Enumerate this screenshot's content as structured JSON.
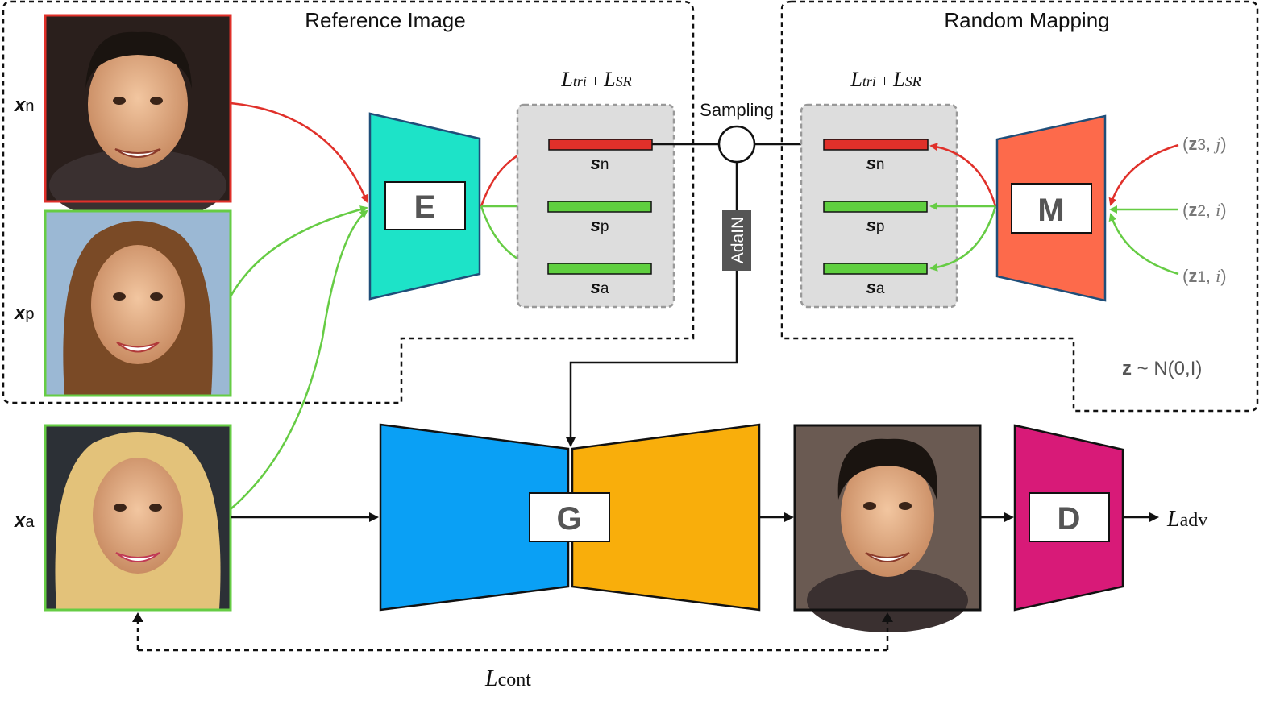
{
  "reference_section": {
    "title": "Reference Image"
  },
  "random_mapping_section": {
    "title": "Random Mapping"
  },
  "inputs": {
    "xn": {
      "var": "x",
      "sub": "n",
      "color": "#e0302a"
    },
    "xp": {
      "var": "x",
      "sub": "p",
      "color": "#66cc44"
    },
    "xa": {
      "var": "x",
      "sub": "a",
      "color": "#66cc44"
    }
  },
  "loss_left": {
    "L1": "L",
    "tri": "tri",
    "plus": " + ",
    "L2": "L",
    "sr": "SR"
  },
  "loss_right": {
    "L1": "L",
    "tri": "tri",
    "plus": " + ",
    "L2": "L",
    "sr": "SR"
  },
  "style_codes_left": [
    {
      "var": "s",
      "sub": "n",
      "color": "#e0302a"
    },
    {
      "var": "s",
      "sub": "p",
      "color": "#5fcf3f"
    },
    {
      "var": "s",
      "sub": "a",
      "color": "#5fcf3f"
    }
  ],
  "style_codes_right": [
    {
      "var": "s",
      "sub": "n",
      "color": "#e0302a"
    },
    {
      "var": "s",
      "sub": "p",
      "color": "#5fcf3f"
    },
    {
      "var": "s",
      "sub": "a",
      "color": "#5fcf3f"
    }
  ],
  "sampling_label": "Sampling",
  "adain_label": "AdaIN",
  "modules": {
    "encoder": {
      "label": "E",
      "color": "#1de3c8"
    },
    "mapping": {
      "label": "M",
      "color": "#fd6a4b"
    },
    "generator": {
      "label": "G",
      "color_left": "#0aa0f5",
      "color_right": "#f9ae0b"
    },
    "discriminator": {
      "label": "D",
      "color": "#d81a78"
    }
  },
  "z_inputs": [
    {
      "open": "(",
      "z": "z",
      "idx": "3",
      "sep": ", ",
      "k": "j",
      "close": ")"
    },
    {
      "open": "(",
      "z": "z",
      "idx": "2",
      "sep": ", ",
      "k": "i",
      "close": ")"
    },
    {
      "open": "(",
      "z": "z",
      "idx": "1",
      "sep": ", ",
      "k": "i",
      "close": ")"
    }
  ],
  "z_dist": {
    "z": "z",
    "rest": " ~ N(0,I)"
  },
  "loss_adv": {
    "L": "L",
    "sub": "adv"
  },
  "loss_cont": {
    "L": "L",
    "sub": "cont"
  },
  "colors": {
    "red": "#e0302a",
    "green": "#66cc44",
    "grey_box": "#dddddd",
    "adain_box": "#555555"
  }
}
